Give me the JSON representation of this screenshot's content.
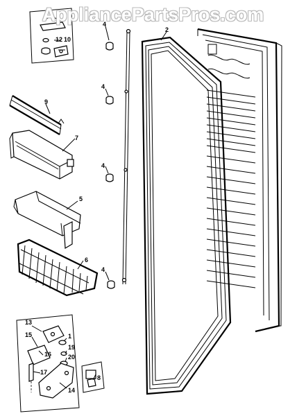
{
  "watermark": "AppliancePartsPros.com",
  "callouts": {
    "p1": "1",
    "p2": "2",
    "p4a": "4",
    "p4b": "4",
    "p4c": "4",
    "p4d": "4",
    "p5": "5",
    "p6": "6",
    "p7": "7",
    "p8": "8",
    "p9": "9",
    "p10": "10",
    "p12": "12",
    "p13": "13",
    "p14": "14",
    "p15": "15",
    "p16": "16",
    "p17": "17",
    "p19": "19",
    "p20": "20"
  }
}
